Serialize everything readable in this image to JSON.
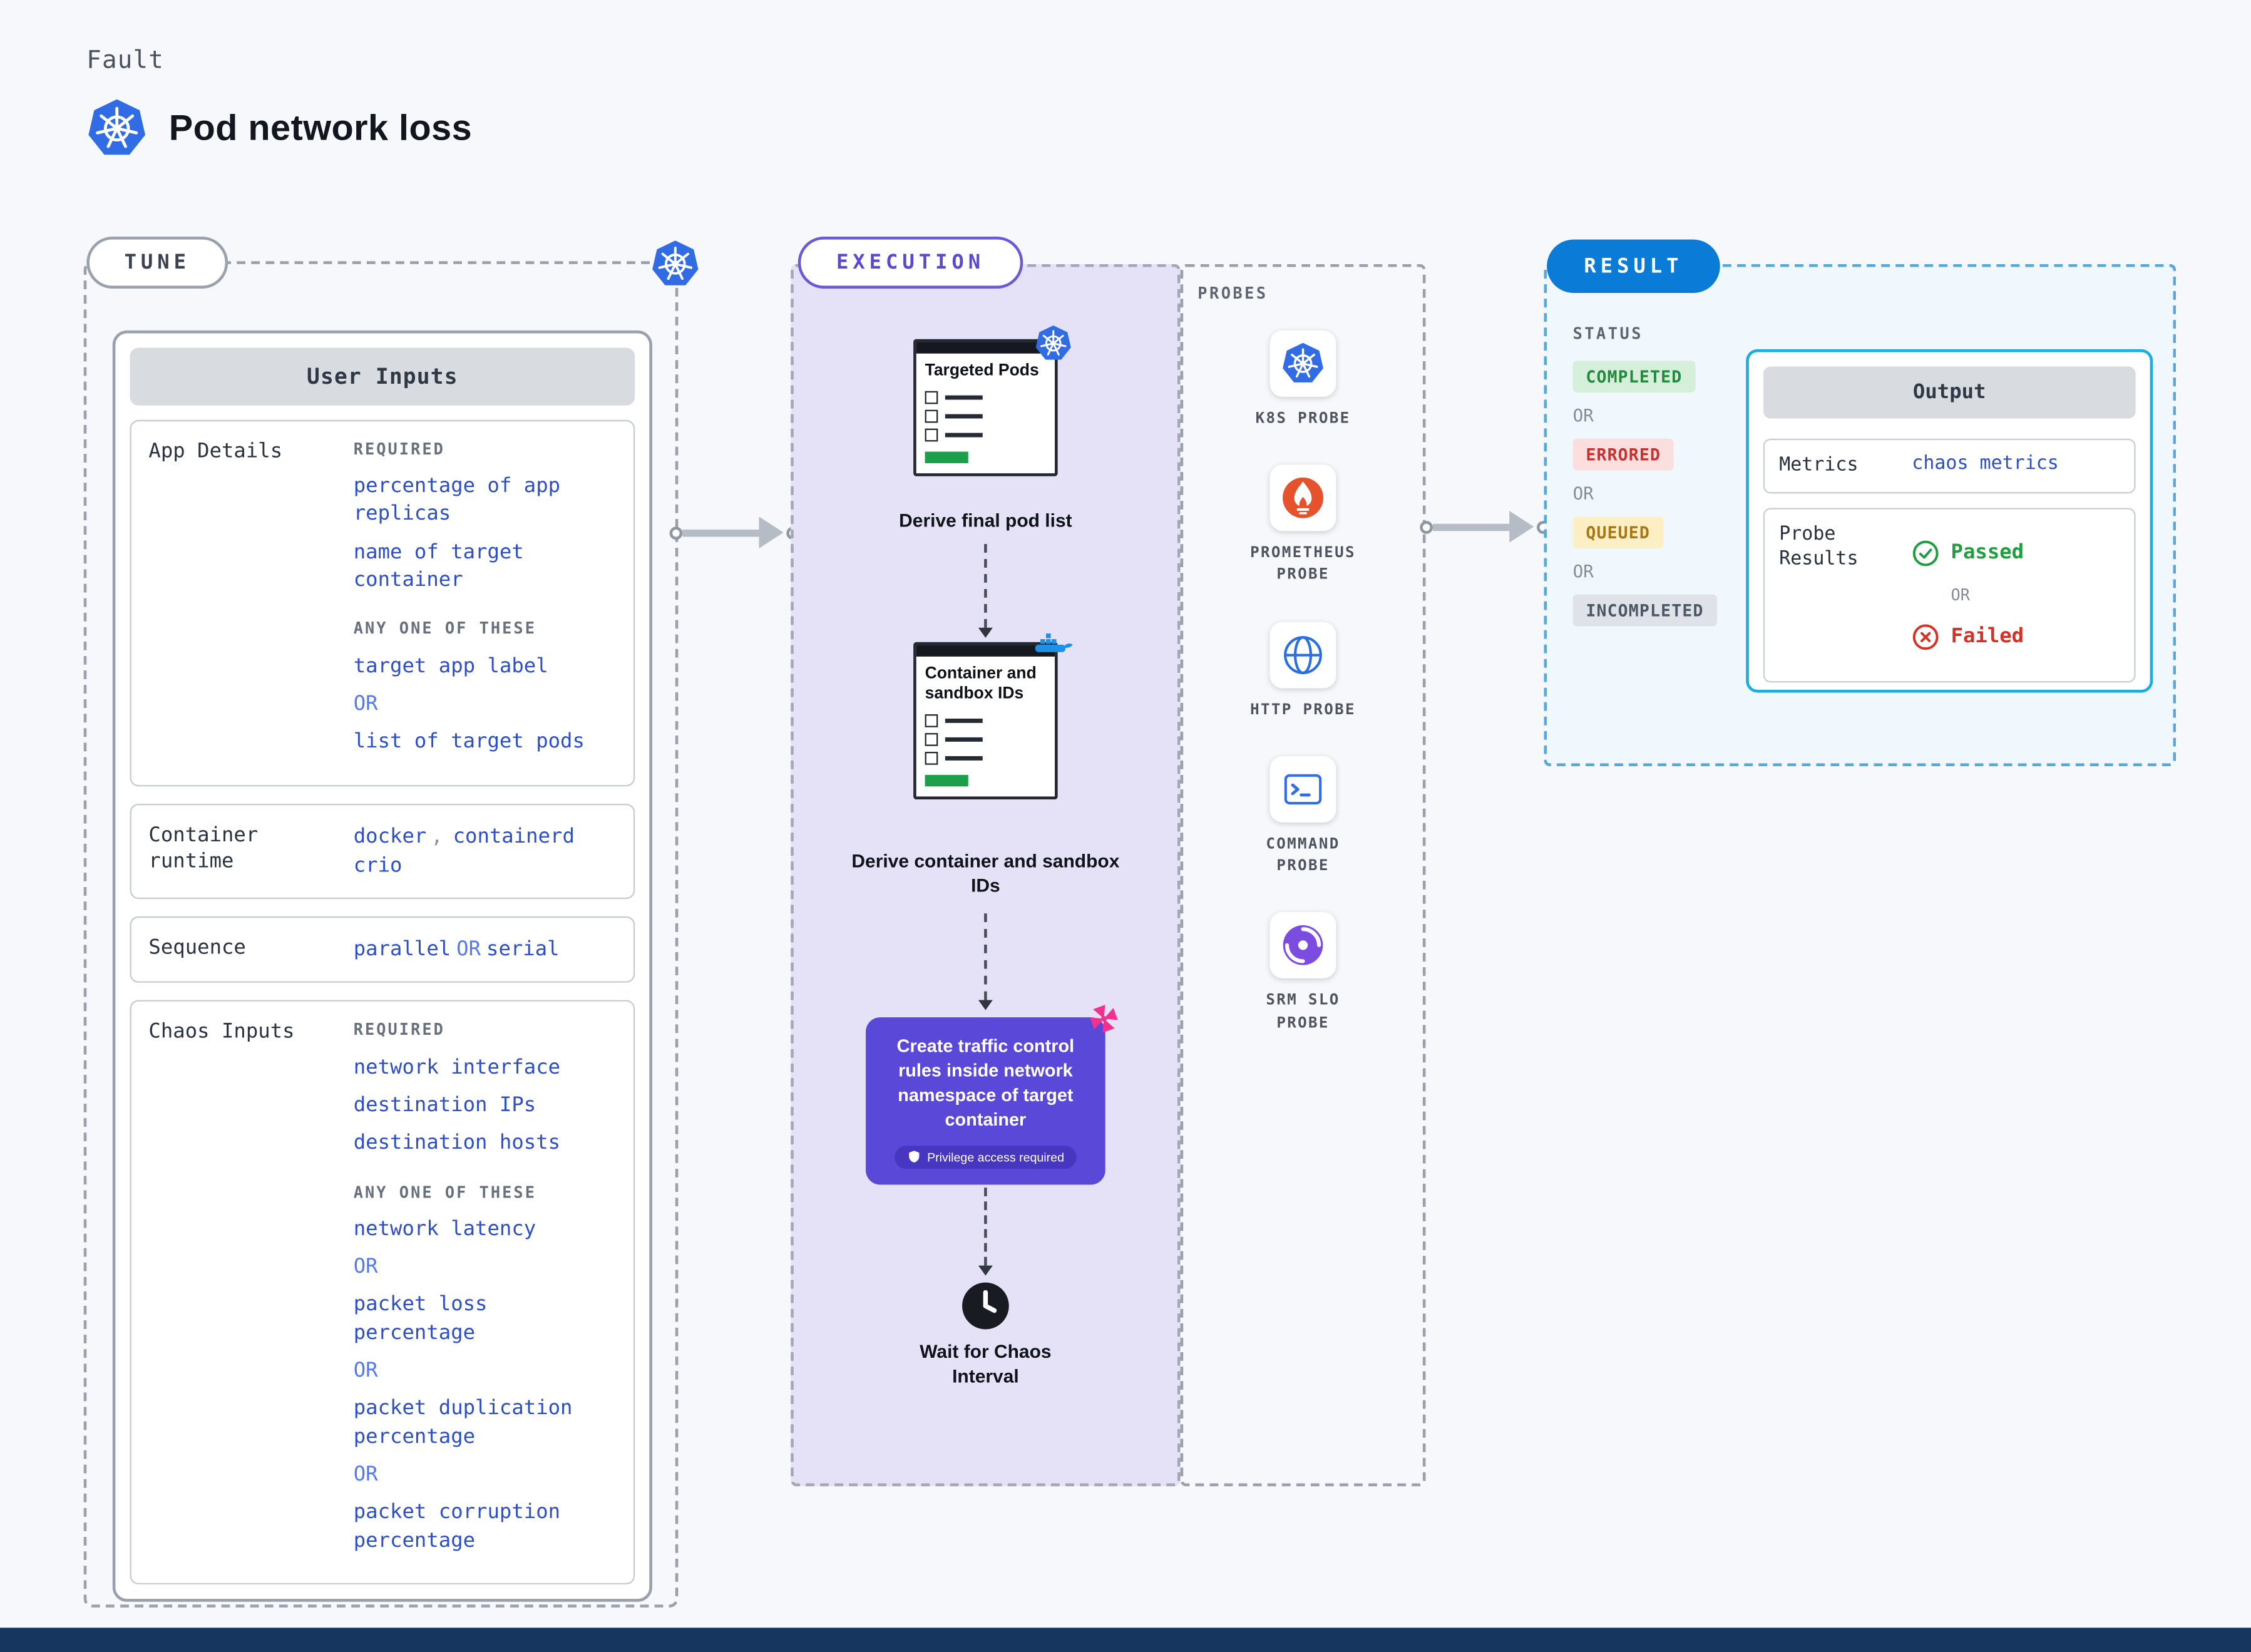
{
  "header": {
    "eyebrow": "Fault",
    "title": "Pod network loss",
    "logo_icon": "kubernetes-logo"
  },
  "tune": {
    "pill": "TUNE",
    "corner_icon": "kubernetes-logo",
    "user_inputs_header": "User Inputs",
    "app_details": {
      "label": "App Details",
      "required_label": "REQUIRED",
      "required_items": [
        "percentage of app replicas",
        "name of target container"
      ],
      "any_label": "ANY ONE OF THESE",
      "any_items": [
        "target app label",
        "OR",
        "list of target pods"
      ]
    },
    "container_runtime": {
      "label": "Container runtime",
      "values": [
        "docker",
        "containerd",
        "crio"
      ],
      "separator": ","
    },
    "sequence": {
      "label": "Sequence",
      "value_a": "parallel",
      "or": "OR",
      "value_b": "serial"
    },
    "chaos_inputs": {
      "label": "Chaos Inputs",
      "required_label": "REQUIRED",
      "required_items": [
        "network interface",
        "destination IPs",
        "destination hosts"
      ],
      "any_label": "ANY ONE OF THESE",
      "any_items": [
        "network latency",
        "OR",
        "packet loss percentage",
        "OR",
        "packet duplication percentage",
        "OR",
        "packet corruption percentage"
      ]
    }
  },
  "execution": {
    "pill": "EXECUTION",
    "step1": {
      "doc_title": "Targeted Pods",
      "badge_icon": "kubernetes-logo",
      "caption": "Derive final pod list"
    },
    "step2": {
      "doc_title": "Container and sandbox IDs",
      "badge_icon": "docker-logo",
      "caption": "Derive container and sandbox IDs"
    },
    "step3": {
      "text": "Create traffic control rules inside network namespace of target container",
      "note": "Privilege access required",
      "badge_icon": "chaos-pinwheel",
      "note_icon": "shield"
    },
    "step4": {
      "icon": "clock",
      "caption": "Wait for Chaos Interval"
    }
  },
  "probes": {
    "label": "PROBES",
    "items": [
      {
        "name": "K8S PROBE",
        "icon": "kubernetes-logo"
      },
      {
        "name": "PROMETHEUS PROBE",
        "icon": "prometheus-logo"
      },
      {
        "name": "HTTP PROBE",
        "icon": "globe"
      },
      {
        "name": "COMMAND PROBE",
        "icon": "terminal"
      },
      {
        "name": "SRM SLO PROBE",
        "icon": "srm-slo"
      }
    ]
  },
  "result": {
    "pill": "RESULT",
    "status_label": "STATUS",
    "or": "OR",
    "statuses": [
      {
        "text": "COMPLETED",
        "type": "success"
      },
      {
        "text": "ERRORED",
        "type": "error"
      },
      {
        "text": "QUEUED",
        "type": "warning"
      },
      {
        "text": "INCOMPLETED",
        "type": "neutral"
      }
    ],
    "output": {
      "header": "Output",
      "metrics_label": "Metrics",
      "metrics_value": "chaos metrics",
      "probe_results_label": "Probe Results",
      "passed": "Passed",
      "or": "OR",
      "failed": "Failed",
      "passed_icon": "check-circle",
      "failed_icon": "x-circle"
    }
  },
  "colors": {
    "kubernetes_blue": "#326ce5",
    "value_blue": "#2c4ec9",
    "or_blue": "#557af0",
    "execution_purple": "#5a49d8",
    "execution_fill": "#e5e2f8",
    "result_blue": "#0a7bd6",
    "output_border_cyan": "#18aee0",
    "completed_green": "#1f8b3b",
    "errored_red": "#c93030",
    "queued_amber": "#a97613",
    "incompleted_gray": "#4d5664",
    "passed_green": "#1e9e3e",
    "failed_red": "#d93025",
    "prometheus_orange": "#e6522c",
    "chaos_pink": "#f2318f",
    "progress_green": "#1d9e4b",
    "footer_navy": "#16355f"
  }
}
